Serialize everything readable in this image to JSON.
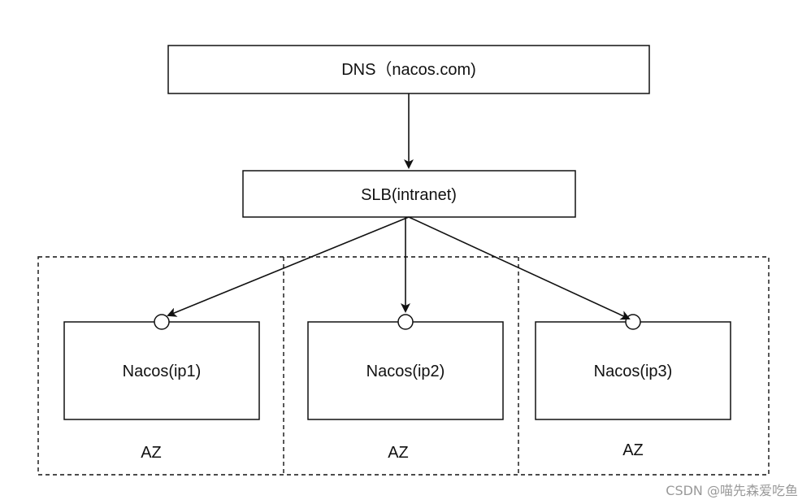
{
  "nodes": {
    "dns": {
      "label": "DNS（nacos.com)"
    },
    "slb": {
      "label": "SLB(intranet)"
    },
    "nacos1": {
      "label": "Nacos(ip1)"
    },
    "nacos2": {
      "label": "Nacos(ip2)"
    },
    "nacos3": {
      "label": "Nacos(ip3)"
    }
  },
  "zones": [
    {
      "label": "AZ"
    },
    {
      "label": "AZ"
    },
    {
      "label": "AZ"
    }
  ],
  "watermark": "CSDN @喵先森爱吃鱼",
  "colors": {
    "stroke": "#111111",
    "background": "#ffffff",
    "watermark": "#9a9a9a"
  }
}
